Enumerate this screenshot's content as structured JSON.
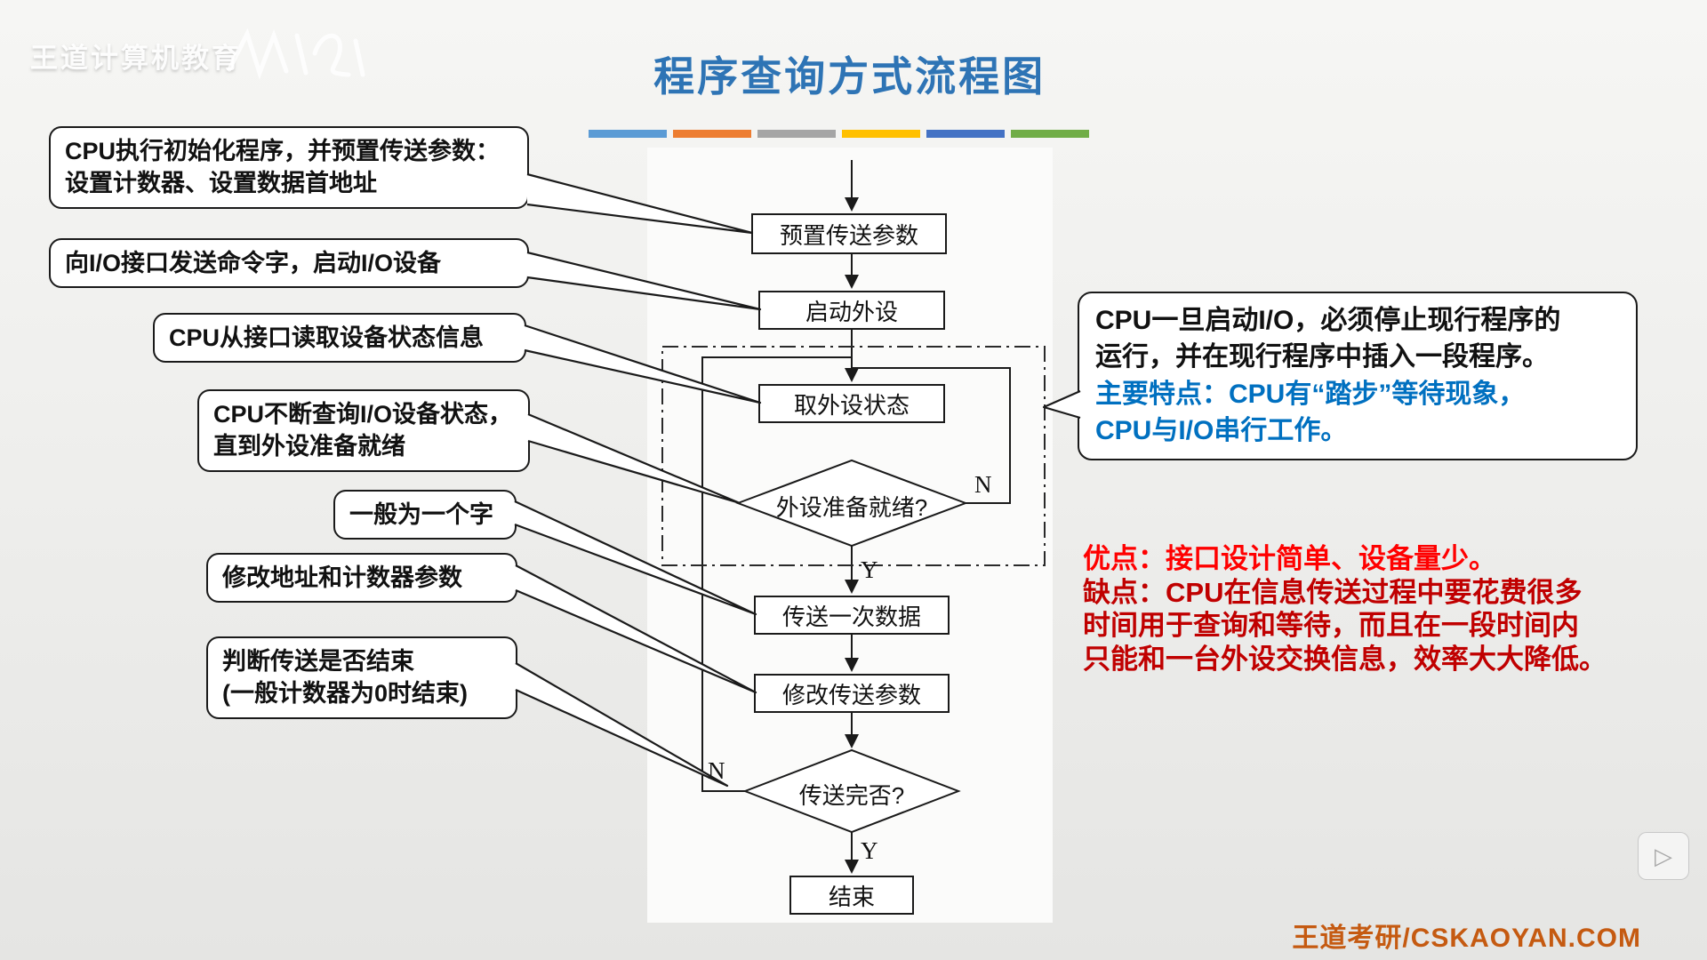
{
  "watermark": {
    "brand": "王道计算机教育"
  },
  "title": "程序查询方式流程图",
  "accent_bars": [
    "#5B9BD5",
    "#ED7D31",
    "#A5A5A5",
    "#FFC000",
    "#4472C4",
    "#70AD47"
  ],
  "flowchart": {
    "nodes": {
      "preset": "预置传送参数",
      "start_device": "启动外设",
      "get_status": "取外设状态",
      "ready_check": "外设准备就绪?",
      "transfer": "传送一次数据",
      "modify": "修改传送参数",
      "done_check": "传送完否?",
      "end": "结束"
    },
    "branch_labels": {
      "ready_no": "N",
      "ready_yes": "Y",
      "done_no": "N",
      "done_yes": "Y"
    }
  },
  "callouts": {
    "preset": {
      "line1": "CPU执行初始化程序，并预置传送参数：",
      "line2": "设置计数器、设置数据首地址"
    },
    "start_device": {
      "line1": "向I/O接口发送命令字，启动I/O设备"
    },
    "get_status": {
      "line1": "CPU从接口读取设备状态信息"
    },
    "ready_check": {
      "line1": "CPU不断查询I/O设备状态，",
      "line2": "直到外设准备就绪"
    },
    "transfer": {
      "line1": "一般为一个字"
    },
    "modify": {
      "line1": "修改地址和计数器参数"
    },
    "done_check": {
      "line1": "判断传送是否结束",
      "line2": "(一般计数器为0时结束)"
    },
    "note": {
      "black_line1": "CPU一旦启动I/O，必须停止现行程序的",
      "black_line2": "运行，并在现行程序中插入一段程序。",
      "blue_line1": "主要特点：CPU有“踏步”等待现象，",
      "blue_line2": "CPU与I/O串行工作。"
    }
  },
  "summary": {
    "pros": "优点：接口设计简单、设备量少。",
    "cons_line1": "缺点：CPU在信息传送过程中要花费很多",
    "cons_line2": "时间用于查询和等待，而且在一段时间内",
    "cons_line3": "只能和一台外设交换信息，效率大大降低。"
  },
  "footer": {
    "brand": "王道考研/CSKAOYAN.COM"
  },
  "icons": {
    "play": "▷"
  },
  "colors": {
    "title": "#2E74B5",
    "note_blue": "#0070C0",
    "pros_red": "#FF0000",
    "cons_red": "#C00000",
    "footer_orange": "#C55A11"
  }
}
